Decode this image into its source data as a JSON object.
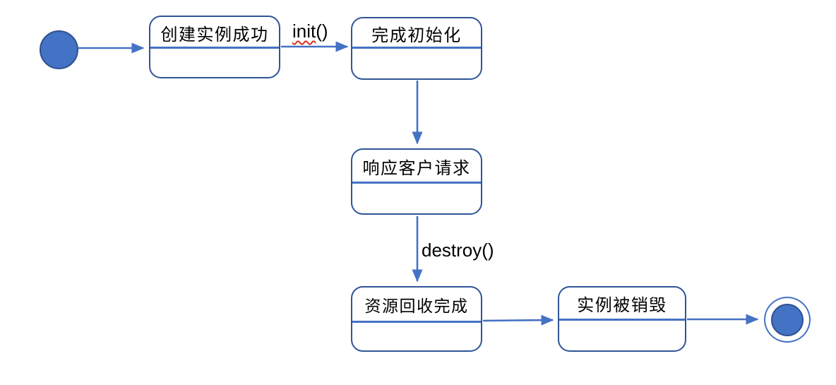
{
  "colors": {
    "arrow": "#4472C4",
    "box_border": "#2F5597",
    "divider": "#4472C4",
    "node_fill": "#4472C4",
    "node_border": "#2F528F",
    "text": "#000000",
    "spellcheck_underline": "#E0301E"
  },
  "states": [
    {
      "label": "创建实例成功"
    },
    {
      "label": "完成初始化"
    },
    {
      "label": "响应客户请求"
    },
    {
      "label": "资源回收完成"
    },
    {
      "label": "实例被销毁"
    }
  ],
  "edges": {
    "init": {
      "word": "init",
      "parens": "()"
    },
    "destroy": {
      "word": "destroy",
      "parens": "()"
    }
  }
}
